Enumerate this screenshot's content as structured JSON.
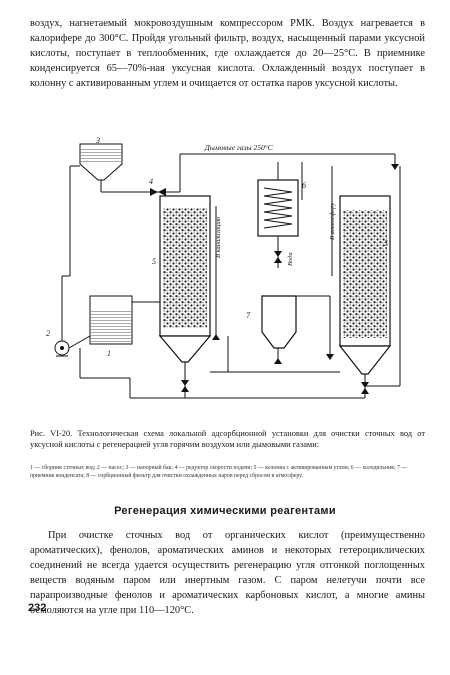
{
  "top_paragraph": "воздух, нагнетаемый мокровоздушным компрессором РМК. Воздух нагревается в калорифере до 300°С. Пройдя угольный фильтр, воздух, насыщенный парами уксусной кислоты, поступает в теплообменник, где охлаждается до 20—25°С. В приемнике конденсируется 65—70%-ная уксусная кислота. Охлажденный воздух поступает в колонну с активированным углем и очищается от остатка паров уксусной кислоты.",
  "figure": {
    "label_flue_gas": "Дымовые газы 250°С",
    "label_to_sewer": "В канализацию",
    "label_exhaust": "В атмосферу",
    "label_water": "Вода",
    "labels_numbers": [
      "1",
      "2",
      "3",
      "4",
      "5",
      "6",
      "7"
    ]
  },
  "caption": {
    "title": "Рис. VI-20.",
    "text": "Технологическая схема локальной адсорбционной установки для очистки сточных вод от уксусной кислоты с регенерацией угля горячим воздухом или дымовыми газами:"
  },
  "legend": "1 — сборник сточных вод; 2 — насос; 3 — напорный бак; 4 — редуктор скорости подачи; 5 — колонна с активированным углем; 6 — холодильник; 7 — приемник конденсата; 8 — сорбционный фильтр для очистки охлажденных паров перед сбросом в атмосферу.",
  "section_title": "Регенерация химическими реагентами",
  "bottom_paragraph": "При очистке сточных вод от органических кислот (преимущественно ароматических), фенолов, ароматических аминов и некоторых гетероциклических соединений не всегда удается осуществить регенерацию угля отгонкой поглощенных веществ водяным паром или инертным газом. С паром нелетучи почти все парапроизводные фенолов и ароматических карбоновых кислот, а многие амины осмоляются на угле при 110—120°С.",
  "page_number": "232"
}
